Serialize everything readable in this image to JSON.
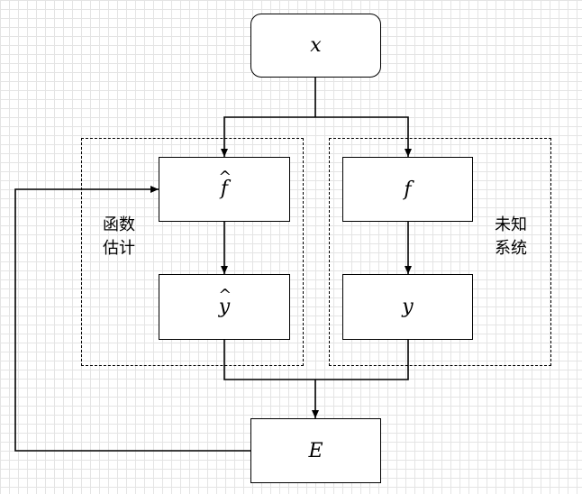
{
  "nodes": {
    "input": "x",
    "estimator": "f",
    "estimator_output": "y",
    "system": "f",
    "system_output": "y",
    "error": "E"
  },
  "hat_symbol": "^",
  "groups": {
    "estimate_label_line1": "函数",
    "estimate_label_line2": "估计",
    "unknown_label_line1": "未知",
    "unknown_label_line2": "系统"
  },
  "colors": {
    "stroke": "#000000",
    "background": "#ffffff",
    "grid": "#e4e4e4"
  }
}
